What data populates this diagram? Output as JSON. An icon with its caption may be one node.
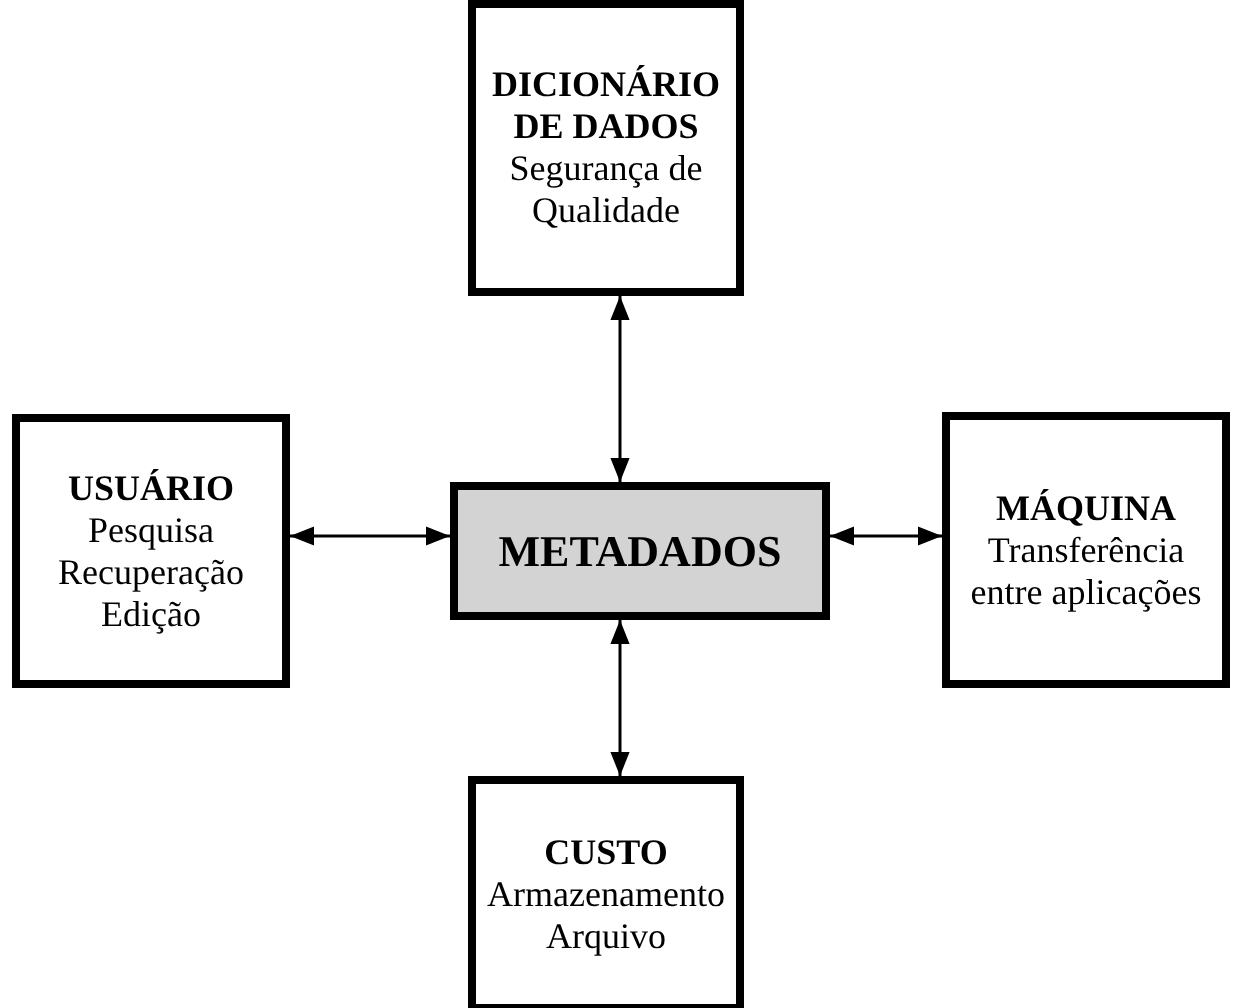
{
  "diagram": {
    "nodes": [
      {
        "text": [
          "DICIONÁRIO DE DADOS",
          "Segurança de Qualidade"
        ]
      },
      {
        "text": [
          "USUÁRIO",
          "Pesquisa",
          "Recuperação",
          "Edição"
        ]
      },
      {
        "text": [
          "METADADOS"
        ]
      },
      {
        "text": [
          "MÁQUINA",
          "Transferência entre aplicações"
        ]
      },
      {
        "text": [
          "CUSTO",
          "Armazenamento",
          "Arquivo"
        ]
      }
    ],
    "edges": [
      {
        "from": 2,
        "to": 0,
        "arrow": "both"
      },
      {
        "from": 2,
        "to": 1,
        "arrow": "both"
      },
      {
        "from": 2,
        "to": 3,
        "arrow": "both"
      },
      {
        "from": 2,
        "to": 4,
        "arrow": "both"
      }
    ]
  }
}
